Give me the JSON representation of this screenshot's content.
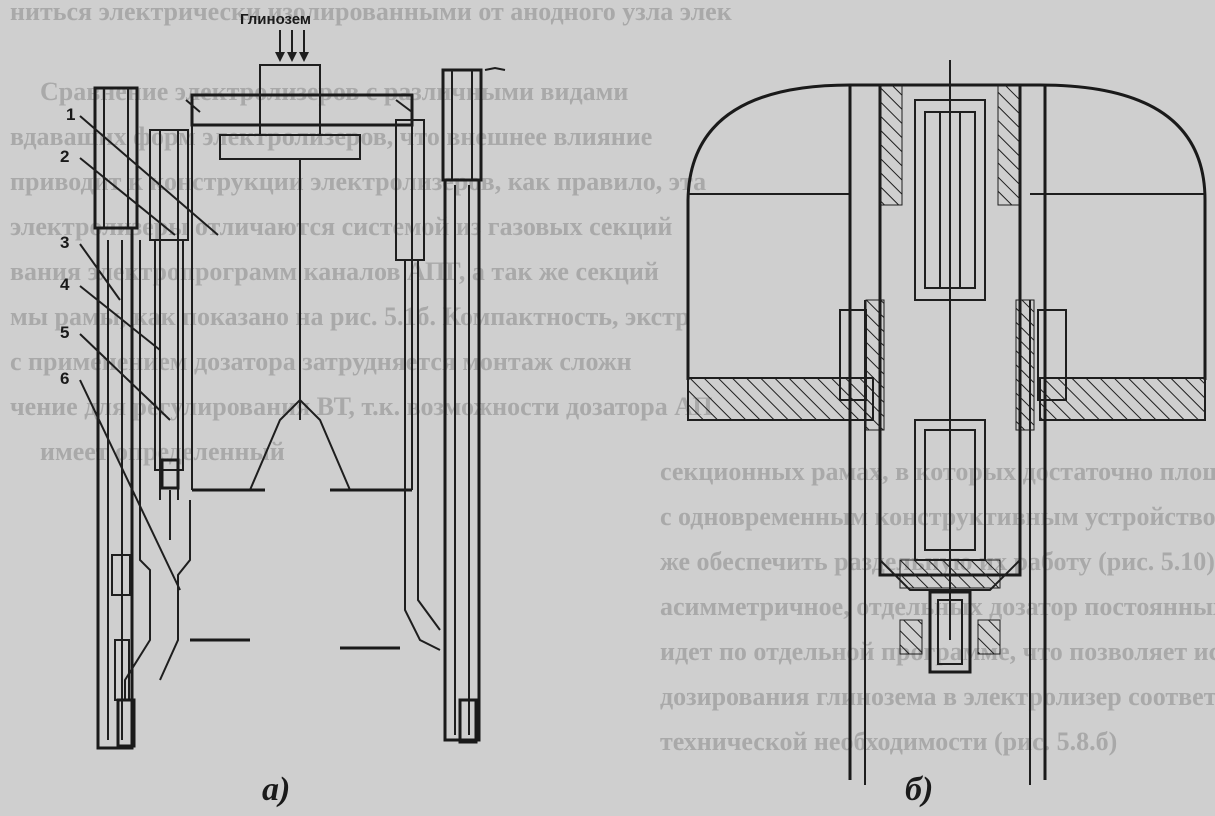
{
  "background_text_lines": [
    "ниться электрически изолированными от анодного узла элек",
    "Сравнение электролизеров с различными видами",
    "вдаваших форм электролизеров, что внешнее влияние",
    "приводит к конструкции электролизеров, как правило, эта",
    "электролизеры отличаются системой из газовых секций",
    "вания электропрограмм каналов АПГ, а так же секций",
    "мы рамы, как показано на рис. 5.1б. Компактность, экстр",
    "с применением дозатора затрудняется монтаж сложн",
    "чение для регулирования ВТ, т.к. возможности дозатора АП",
    "имеет определенный",
    "секционных рамах, в которых достаточно площади",
    "с одновременным конструктивным устройством АПГ на к",
    "же обеспечить раздельную их работу (рис. 5.10)",
    "асимметричное, отдельных дозатор постоянных к рам",
    "идет по отдельной программе, что позволяет использова",
    "дозирования глинозема в электролизер соответственно",
    "технической необходимости (рис. 5.8.б)"
  ],
  "diagram_a": {
    "top_label": "Глинозем",
    "part_numbers": [
      "1",
      "2",
      "3",
      "4",
      "5",
      "6"
    ],
    "caption": "а)"
  },
  "diagram_b": {
    "caption": "б)"
  }
}
